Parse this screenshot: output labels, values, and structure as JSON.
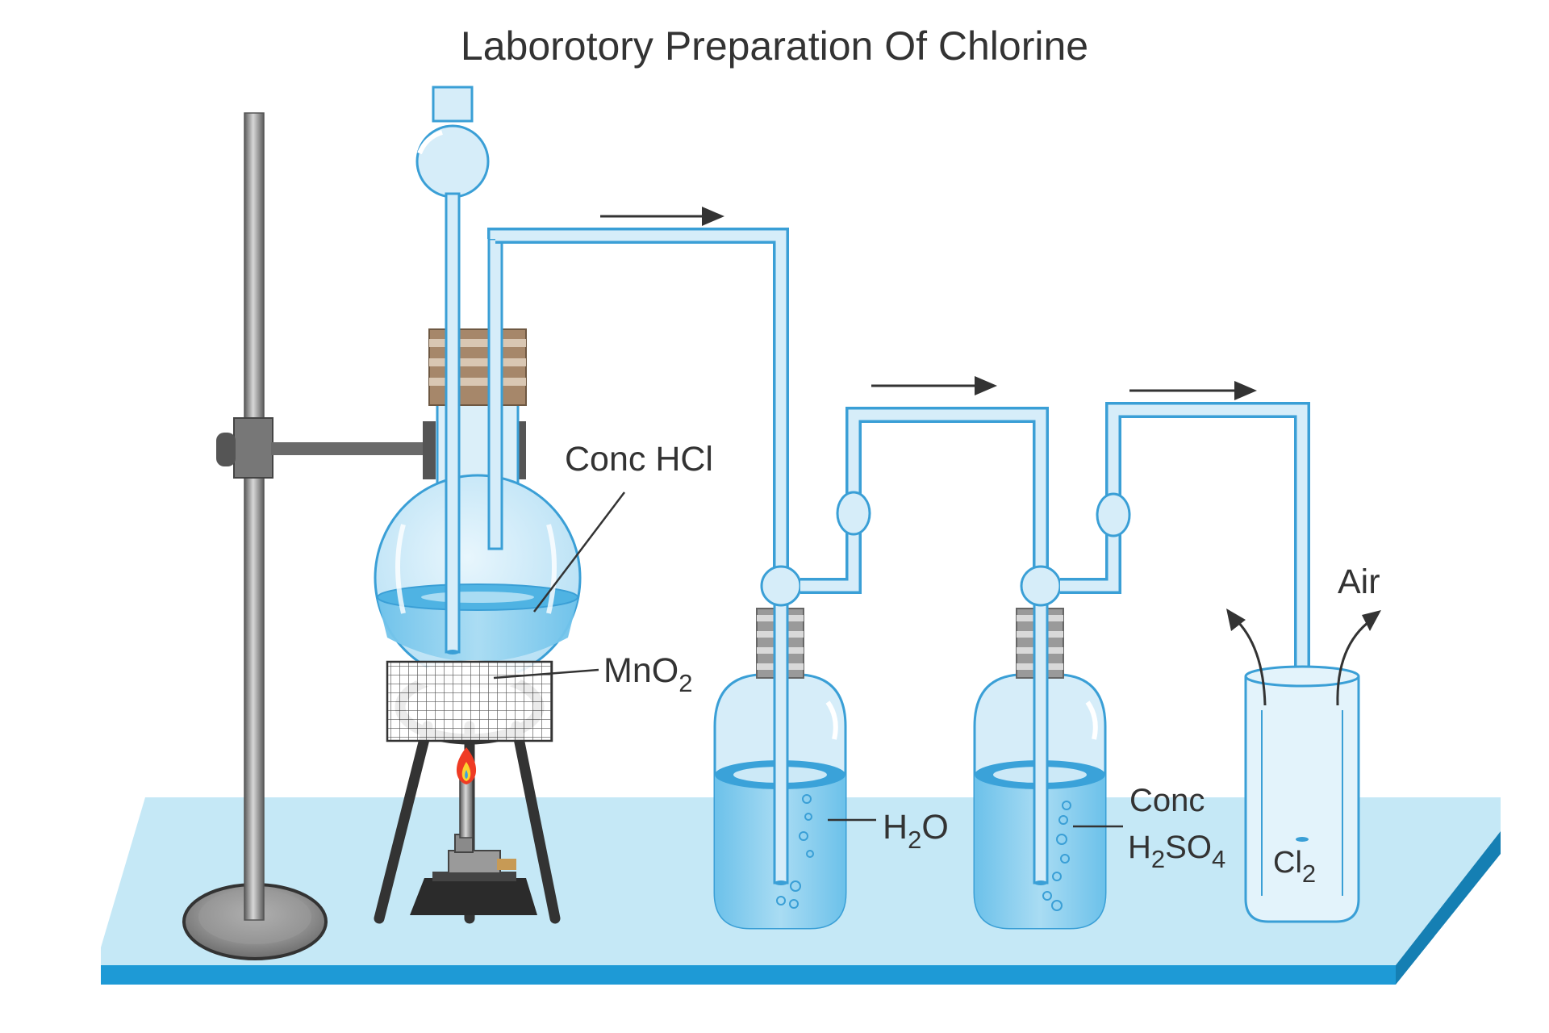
{
  "title": "Laborotory Preparation Of Chlorine",
  "labels": {
    "conc_hcl": "Conc HCl",
    "mno2_main": "MnO",
    "mno2_sub": "2",
    "h2o_h": "H",
    "h2o_sub": "2",
    "h2o_o": "O",
    "conc": "Conc",
    "h2so4_h": "H",
    "h2so4_sub2": "2",
    "h2so4_so": "SO",
    "h2so4_sub4": "4",
    "air": "Air",
    "cl2_main": "Cl",
    "cl2_sub": "2"
  },
  "colors": {
    "glass": "#cfe9f7",
    "glass_edge": "#3a9fd6",
    "liquid": "#8fd0ee",
    "liquid_dark": "#4fb3e3",
    "table_top": "#c5e8f6",
    "table_edge": "#1e9ad6",
    "stand": "#7a7a7a",
    "cork": "#a6876a",
    "text": "#333333"
  }
}
